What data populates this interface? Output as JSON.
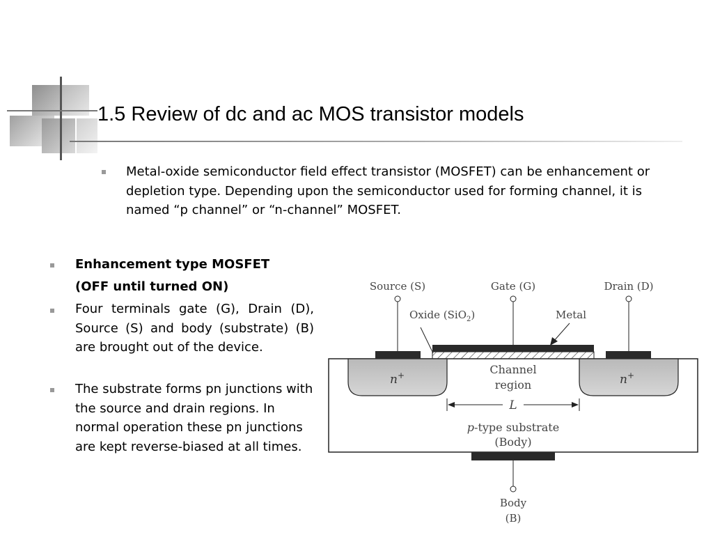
{
  "slide": {
    "title": "1.5 Review of dc and ac MOS transistor models",
    "intro_bullet": "Metal-oxide semiconductor field effect transistor (MOSFET) can be enhancement or depletion type. Depending upon the semiconductor used for forming channel, it is named “p channel” or “n-channel” MOSFET.",
    "left_bullets": {
      "heading_line1": "Enhancement type MOSFET",
      "heading_line2": "(OFF until turned ON)",
      "terminals": "Four terminals gate (G), Drain (D), Source (S) and body (substrate) (B) are brought out of the device.",
      "junctions": "The substrate forms pn junctions with the source and drain regions.  In normal operation these pn junctions are kept reverse-biased at all times."
    }
  },
  "diagram": {
    "source_label": "Source (S)",
    "gate_label": "Gate (G)",
    "drain_label": "Drain (D)",
    "oxide_label": "Oxide (SiO",
    "oxide_sub": "2",
    "oxide_close": ")",
    "metal_label": "Metal",
    "n_plus": "n",
    "plus": "+",
    "channel_line1": "Channel",
    "channel_line2": "region",
    "length_label": "L",
    "substrate_p": "p",
    "substrate_rest": "-type substrate",
    "body_paren": "(Body)",
    "body_label": "Body",
    "body_b": "(B)"
  }
}
